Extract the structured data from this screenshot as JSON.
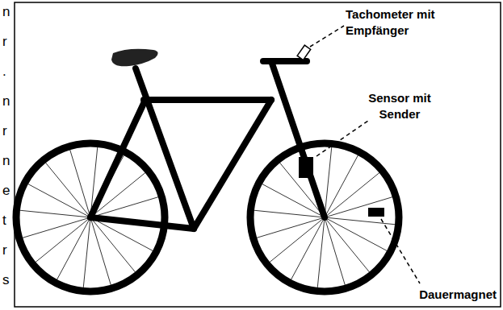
{
  "diagram": {
    "labels": [
      "n",
      "r",
      ".",
      "n",
      "r",
      "n",
      "e",
      "t",
      "r",
      "s",
      "Tachometer mit Empfänger",
      "Sensor mit Sender",
      "Dauermagnet"
    ]
  }
}
